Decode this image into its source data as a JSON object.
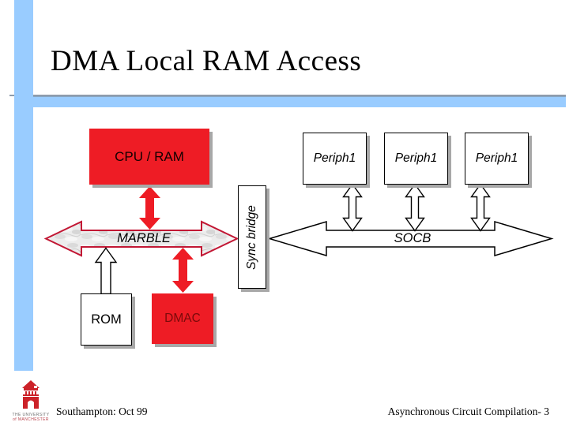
{
  "slide": {
    "title": "DMA Local RAM Access",
    "footer": {
      "left": "Southampton: Oct 99",
      "right": "Asynchronous Circuit Compilation- 3"
    },
    "logo": {
      "name": "university-of-manchester-logo",
      "line1": "THE UNIVERSITY",
      "line2": "of MANCHESTER"
    }
  },
  "diagram": {
    "boxes": {
      "cpu_ram": {
        "label": "CPU / RAM"
      },
      "periph": {
        "label": "Periph1"
      },
      "sync_bridge": {
        "label": "Sync bridge"
      },
      "rom": {
        "label": "ROM"
      },
      "dmac": {
        "label": "DMAC"
      }
    },
    "buses": {
      "marble": {
        "label": "MARBLE"
      },
      "socb": {
        "label": "SOCB"
      }
    }
  },
  "colors": {
    "accent_blue": "#99ccff",
    "rule_gray": "#8e9bab",
    "red": "#ee1c25",
    "marble_outline": "#c21734",
    "box_shadow": "#a8a8a8",
    "dmac_text": "#7a0a0a",
    "logo_red": "#cc2229"
  }
}
